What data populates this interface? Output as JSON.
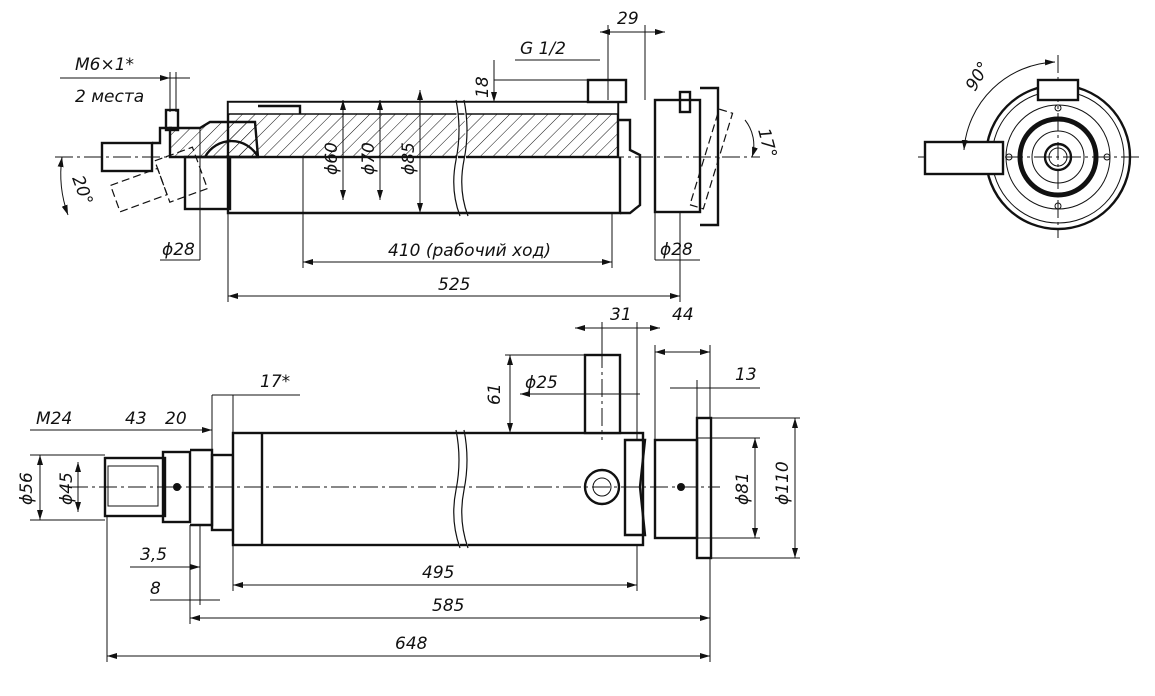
{
  "top_view": {
    "thread_note": "M6×1*",
    "thread_note_count": "2 места",
    "port_thread": "G 1/2",
    "port_offset": "29",
    "port_height": "18",
    "rod_diameter": "ϕ60",
    "inner_diameter": "ϕ70",
    "outer_diameter": "ϕ85",
    "left_angle": "20°",
    "right_angle": "17°",
    "left_pin_diameter": "ϕ28",
    "right_pin_diameter": "ϕ28",
    "stroke": "410 (рабочий ход)",
    "body_length": "525"
  },
  "end_view": {
    "angle": "90°"
  },
  "side_view": {
    "port_offset": "31",
    "flange_length": "44",
    "flange_thickness": "13",
    "gap": "17*",
    "port_height": "61",
    "port_diameter": "ϕ25",
    "rod_thread": "M24",
    "thread_length": "43",
    "collar_length": "20",
    "rod_end_outer": "ϕ56",
    "rod_end_inner": "ϕ45",
    "offset_small": "3,5",
    "offset_8": "8",
    "length_495": "495",
    "length_585": "585",
    "length_648": "648",
    "flange_inner": "ϕ81",
    "flange_outer": "ϕ110"
  }
}
